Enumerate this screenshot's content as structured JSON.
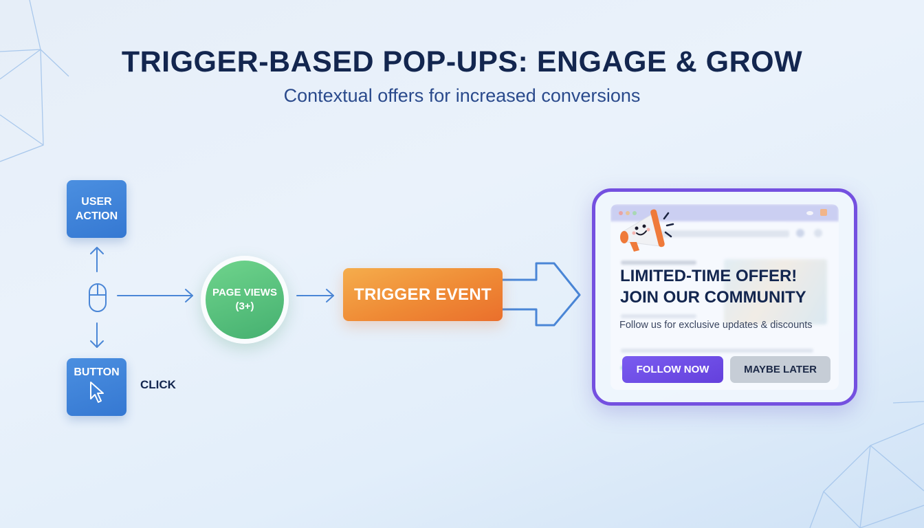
{
  "header": {
    "title": "TRIGGER-BASED POP-UPS: ENGAGE & GROW",
    "subtitle": "Contextual offers for increased conversions"
  },
  "flow": {
    "user_action": {
      "line1": "USER",
      "line2": "ACTION"
    },
    "mouse_icon": "mouse-icon",
    "button_node": {
      "label": "BUTTON",
      "icon": "cursor-pointer-icon"
    },
    "click_label": "CLICK",
    "page_views": {
      "line1": "PAGE VIEWS",
      "line2": "(3+)"
    },
    "trigger_event": "TRIGGER EVENT"
  },
  "popup": {
    "icon": "megaphone-icon",
    "headline_line1": "LIMITED-TIME OFFER!",
    "headline_line2": "JOIN OUR COMMUNITY",
    "description": "Follow us for exclusive updates & discounts",
    "primary_button": "FOLLOW NOW",
    "secondary_button": "MAYBE LATER"
  },
  "colors": {
    "title": "#13264f",
    "subtitle": "#2a4a8c",
    "blue_node": "#3f84d9",
    "green_node": "#55bf7a",
    "orange_node": "#ef8a35",
    "popup_border": "#7450e0",
    "primary_button": "#6a48e4",
    "secondary_button": "#c6cdd6",
    "connector": "#4a86d6"
  }
}
